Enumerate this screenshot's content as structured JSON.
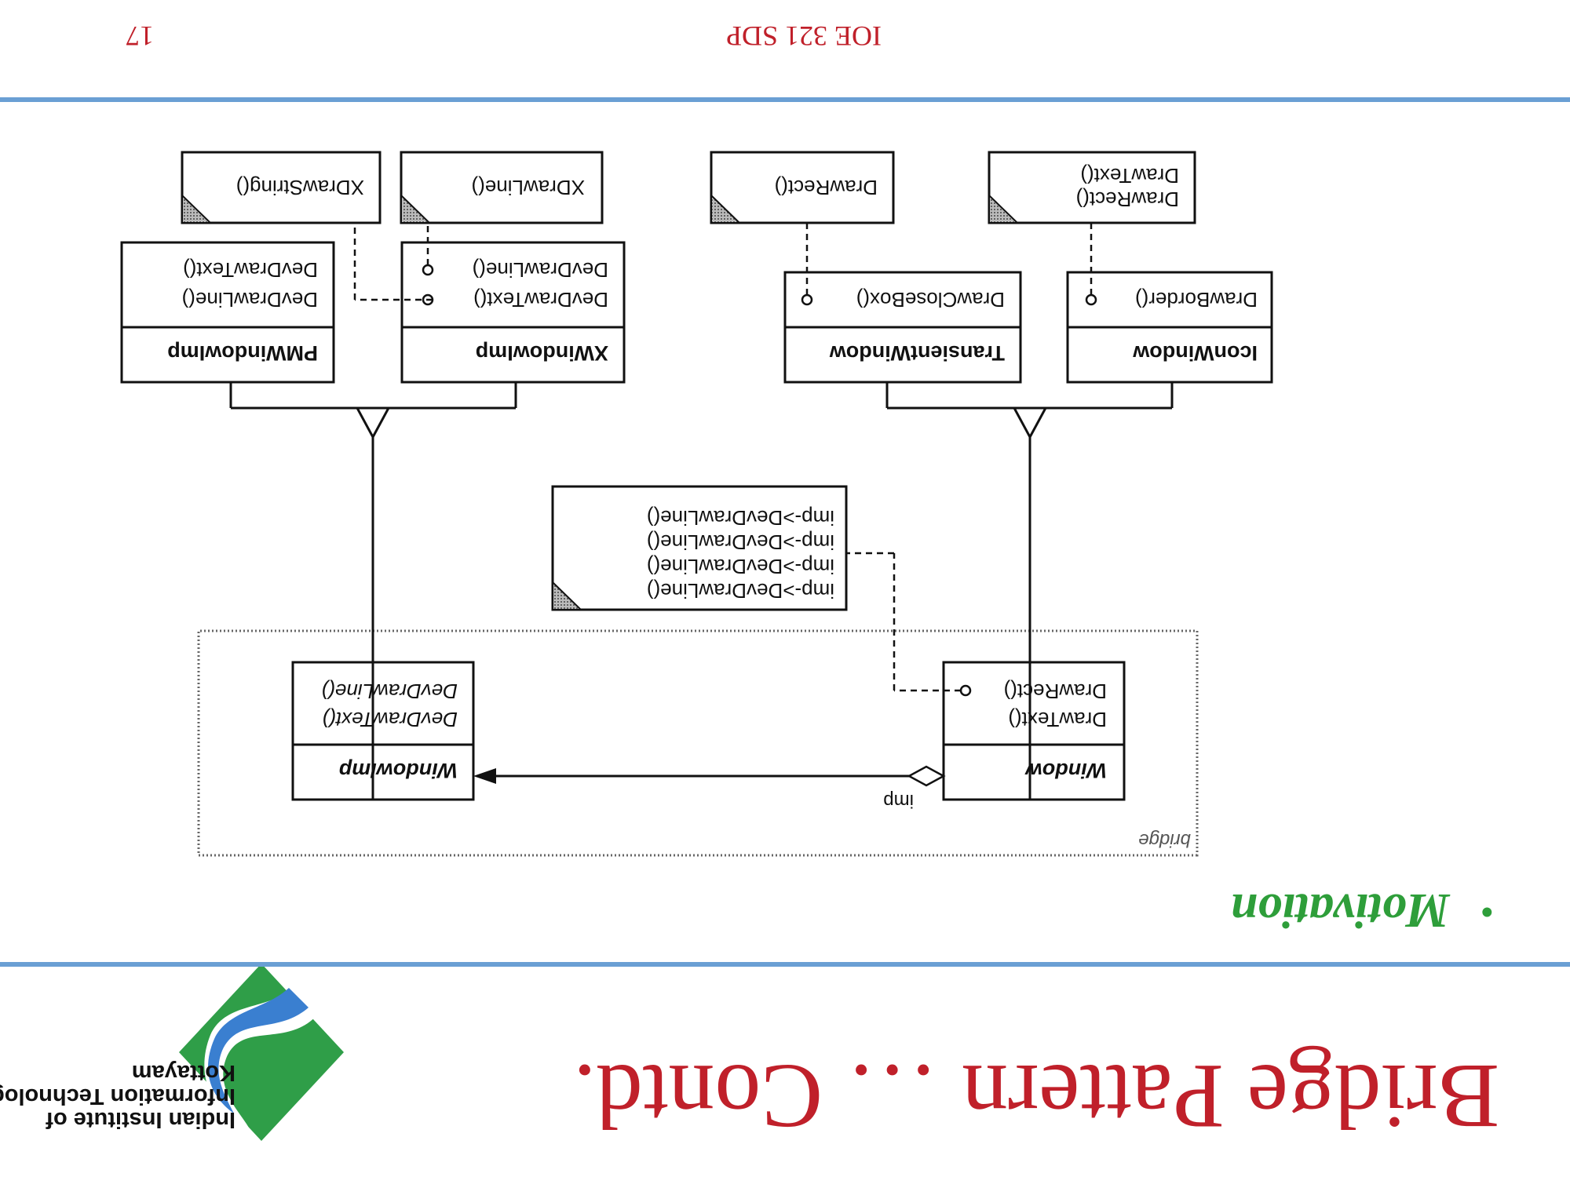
{
  "slide": {
    "title": "Bridge Pattern … Contd.",
    "bullet": "Motivation",
    "footer_course": "IOE 321 SDP",
    "page_number": "17",
    "colors": {
      "title": "#c0202a",
      "bullet": "#2e9e3a",
      "rule": "#6a9fd4"
    }
  },
  "logo": {
    "lines": [
      "Indian Institute of",
      "Information Technology",
      "Kottayam"
    ]
  },
  "diagram": {
    "frame_label": "bridge",
    "association_label": "imp",
    "classes": {
      "window": {
        "name": "Window",
        "ops": [
          "DrawText()",
          "DrawRect()"
        ]
      },
      "windowimp": {
        "name": "WindowImp",
        "ops": [
          "DevDrawText()",
          "DevDrawLine()"
        ]
      },
      "iconwindow": {
        "name": "IconWindow",
        "ops": [
          "DrawBorder()"
        ]
      },
      "transientwindow": {
        "name": "TransientWindow",
        "ops": [
          "DrawCloseBox()"
        ]
      },
      "xwindowimp": {
        "name": "XWindowImp",
        "ops": [
          "DevDrawText()",
          "DevDrawLine()"
        ]
      },
      "pmwindowimp": {
        "name": "PMWindowImp",
        "ops": [
          "DevDrawLine()",
          "DevDrawText()"
        ]
      }
    },
    "notes": {
      "window_drawrect": [
        "imp->DevDrawLine()",
        "imp->DevDrawLine()",
        "imp->DevDrawLine()",
        "imp->DevDrawLine()"
      ],
      "iconwindow": [
        "DrawRect()",
        "DrawText()"
      ],
      "transientwindow": [
        "DrawRect()"
      ],
      "xwindowimp_line": [
        "XDrawLine()"
      ],
      "xwindowimp_text": [
        "XDrawString()"
      ]
    }
  }
}
